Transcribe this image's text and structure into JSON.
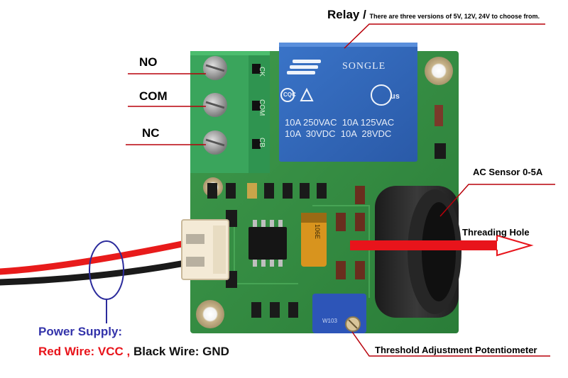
{
  "labels": {
    "no": "NO",
    "com": "COM",
    "nc": "NC",
    "relay_title": "Relay /",
    "relay_note": "There are three versions of 5V, 12V, 24V to choose from.",
    "ac_sensor": "AC Sensor 0-5A",
    "threading_hole": "Threading Hole",
    "potentiometer": "Threshold Adjustment Potentiometer",
    "power_supply": "Power Supply:",
    "red_wire": "Red Wire: VCC",
    "separator": ",",
    "black_wire": "Black Wire: GND"
  },
  "relay": {
    "brand": "SONGLE",
    "rating_line1": "10A 250VAC  10A 125VAC",
    "rating_line2": "10A  30VDC  10A  28VDC",
    "cert_left": "CQC",
    "cert_right": "us"
  },
  "silkscreen": {
    "terminal_labels": [
      "CK",
      "COM",
      "CB"
    ],
    "cap_marking": "106E",
    "pot_marking": "W103"
  },
  "colors": {
    "pcb_green": "#2f8a3f",
    "terminal_green": "#3aa55c",
    "relay_blue": "#2f64b5",
    "leader_red": "#b8000a",
    "wire_red": "#e81b1b",
    "annotation_blue": "#2b2b9c"
  }
}
